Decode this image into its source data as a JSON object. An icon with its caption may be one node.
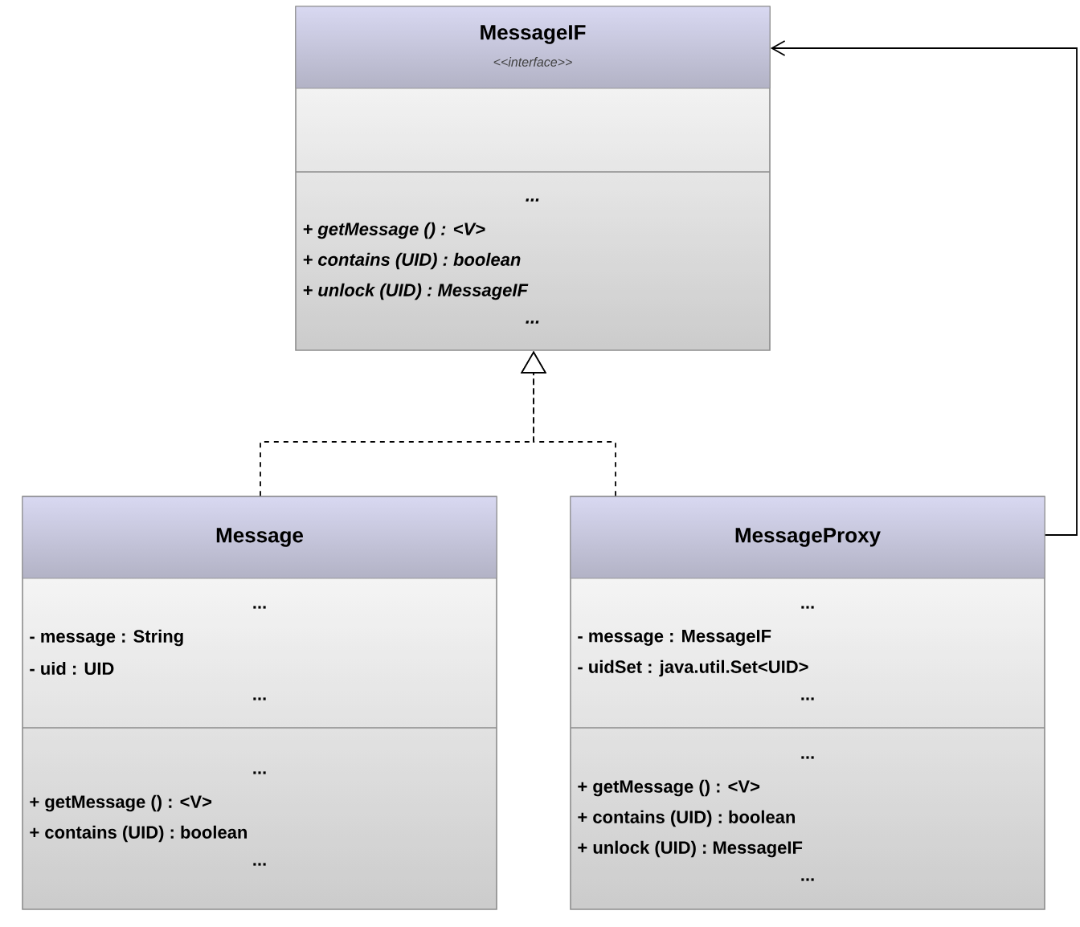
{
  "diagram": {
    "nodes": [
      {
        "text": [
          "MessageIF",
          "<<interface>>",
          "...",
          "+ getMessage () : <V>",
          "+ contains (UID) : boolean",
          "+ unlock (UID) : MessageIF",
          "..."
        ]
      },
      {
        "text": [
          "Message",
          "...",
          "- message : String",
          "- uid : UID",
          "...",
          "...",
          "+ getMessage () : <V>",
          "+ contains (UID) : boolean",
          "..."
        ]
      },
      {
        "text": [
          "MessageProxy",
          "...",
          "- message : MessageIF",
          "- uidSet : java.util.Set<UID>",
          "...",
          "...",
          "+ getMessage () : <V>",
          "+ contains (UID) : boolean",
          "+ unlock (UID) : MessageIF",
          "..."
        ]
      }
    ],
    "edges": [
      {
        "from": 1,
        "to": 0,
        "arrow": "to",
        "style": "dashed"
      },
      {
        "from": 2,
        "to": 0,
        "arrow": "to",
        "style": "dashed"
      },
      {
        "from": 2,
        "to": 0,
        "arrow": "to"
      }
    ]
  }
}
